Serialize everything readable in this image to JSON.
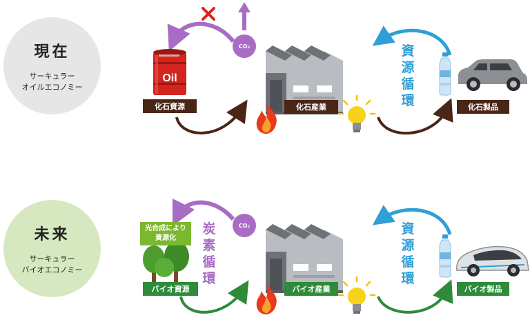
{
  "present": {
    "era": "現在",
    "subtitle_line1": "サーキュラー",
    "subtitle_line2": "オイルエコノミー",
    "resource_label": "化石資源",
    "industry_label": "化石産業",
    "product_label": "化石製品",
    "co2": "CO₂",
    "oil_drum_text": "Oil",
    "cycle_text": "資源循環"
  },
  "future": {
    "era": "未来",
    "subtitle_line1": "サーキュラー",
    "subtitle_line2": "バイオエコノミー",
    "resource_label": "バイオ資源",
    "industry_label": "バイオ産業",
    "product_label": "バイオ製品",
    "co2": "CO₂",
    "photosynthesis_line1": "光合成により",
    "photosynthesis_line2": "資源化",
    "carbon_cycle_text": "炭素循環",
    "cycle_text": "資源循環"
  },
  "colors": {
    "present_circle": "#e6e6e6",
    "future_circle": "#d6e8c0",
    "label_dark": "#4a2617",
    "label_green": "#2e8b3a",
    "purple": "#a96cc4",
    "blue": "#2f9fd6",
    "arrow_brown": "#4a2617",
    "arrow_green": "#2e8b3a",
    "cross_red": "#e02020"
  }
}
